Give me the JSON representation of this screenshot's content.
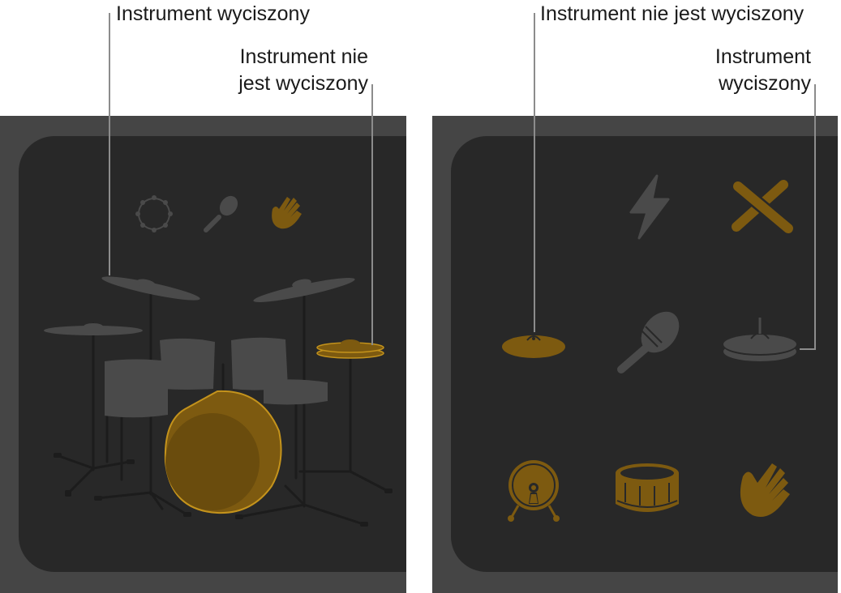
{
  "left_panel": {
    "callouts": {
      "muted": "Instrument wyciszony",
      "unmuted_line1": "Instrument nie",
      "unmuted_line2": "jest wyciszony"
    },
    "kit_pieces": [
      {
        "name": "tambourine",
        "state": "muted"
      },
      {
        "name": "shaker",
        "state": "muted"
      },
      {
        "name": "handclap",
        "state": "active"
      },
      {
        "name": "crash-cymbal-left",
        "state": "muted"
      },
      {
        "name": "crash-cymbal-right",
        "state": "muted"
      },
      {
        "name": "ride-cymbal",
        "state": "muted"
      },
      {
        "name": "hi-hat",
        "state": "active"
      },
      {
        "name": "tom-1",
        "state": "muted"
      },
      {
        "name": "tom-2",
        "state": "muted"
      },
      {
        "name": "floor-tom-left",
        "state": "muted"
      },
      {
        "name": "floor-tom-right",
        "state": "muted"
      },
      {
        "name": "kick-drum",
        "state": "active"
      }
    ]
  },
  "right_panel": {
    "callouts": {
      "unmuted": "Instrument nie jest wyciszony",
      "muted_line1": "Instrument",
      "muted_line2": "wyciszony"
    },
    "pad_grid": [
      {
        "name": "empty",
        "state": "none"
      },
      {
        "name": "lightning-fx",
        "state": "muted"
      },
      {
        "name": "sticks",
        "state": "active"
      },
      {
        "name": "cymbal",
        "state": "active"
      },
      {
        "name": "shaker",
        "state": "muted"
      },
      {
        "name": "hi-hat",
        "state": "muted"
      },
      {
        "name": "kick-drum",
        "state": "active"
      },
      {
        "name": "snare-drum",
        "state": "active"
      },
      {
        "name": "handclap",
        "state": "active"
      }
    ]
  },
  "colors": {
    "active": "#7d5a10",
    "active_outline": "#c4931c",
    "muted": "#4a4a4a",
    "panel_bg": "#282828",
    "frame_bg": "#454545",
    "callout_line": "#8c8c8c"
  }
}
